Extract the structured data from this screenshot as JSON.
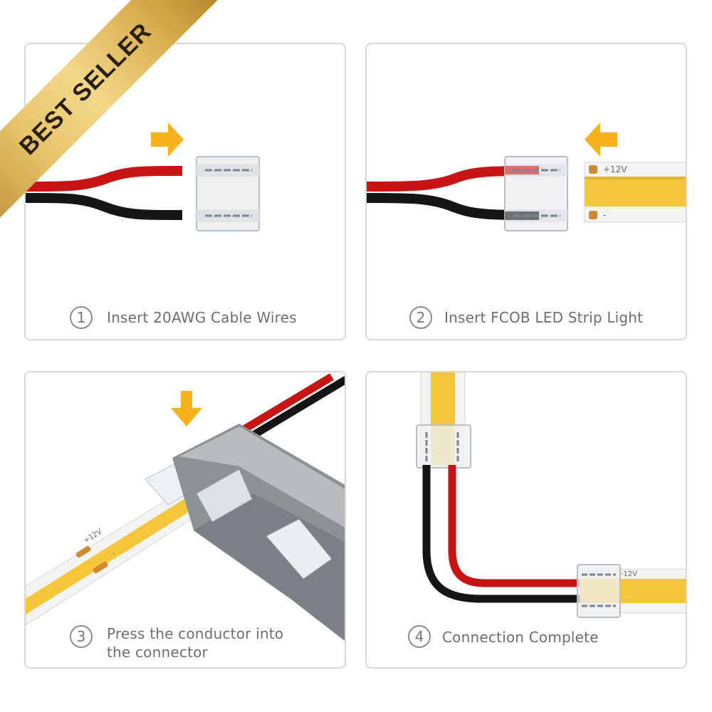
{
  "badge": {
    "text": "BEST SELLER"
  },
  "strip_labels": {
    "positive": "+12V",
    "negative": "-"
  },
  "steps": [
    {
      "number": "1",
      "text": "Insert 20AWG Cable Wires"
    },
    {
      "number": "2",
      "text": "Insert FCOB LED Strip Light"
    },
    {
      "number": "3",
      "text_line1": "Press the conductor into",
      "text_line2": "the connector"
    },
    {
      "number": "4",
      "text": "Connection Complete"
    }
  ],
  "colors": {
    "arrow": "#f7b21b",
    "wire_red": "#c81414",
    "wire_black": "#151515",
    "strip_yellow": "#f6c63a",
    "panel_border": "#d9d9d9",
    "badge_gold": "#d9ad4f"
  },
  "icons": [
    "arrow-right-icon",
    "arrow-left-icon",
    "arrow-down-icon"
  ]
}
